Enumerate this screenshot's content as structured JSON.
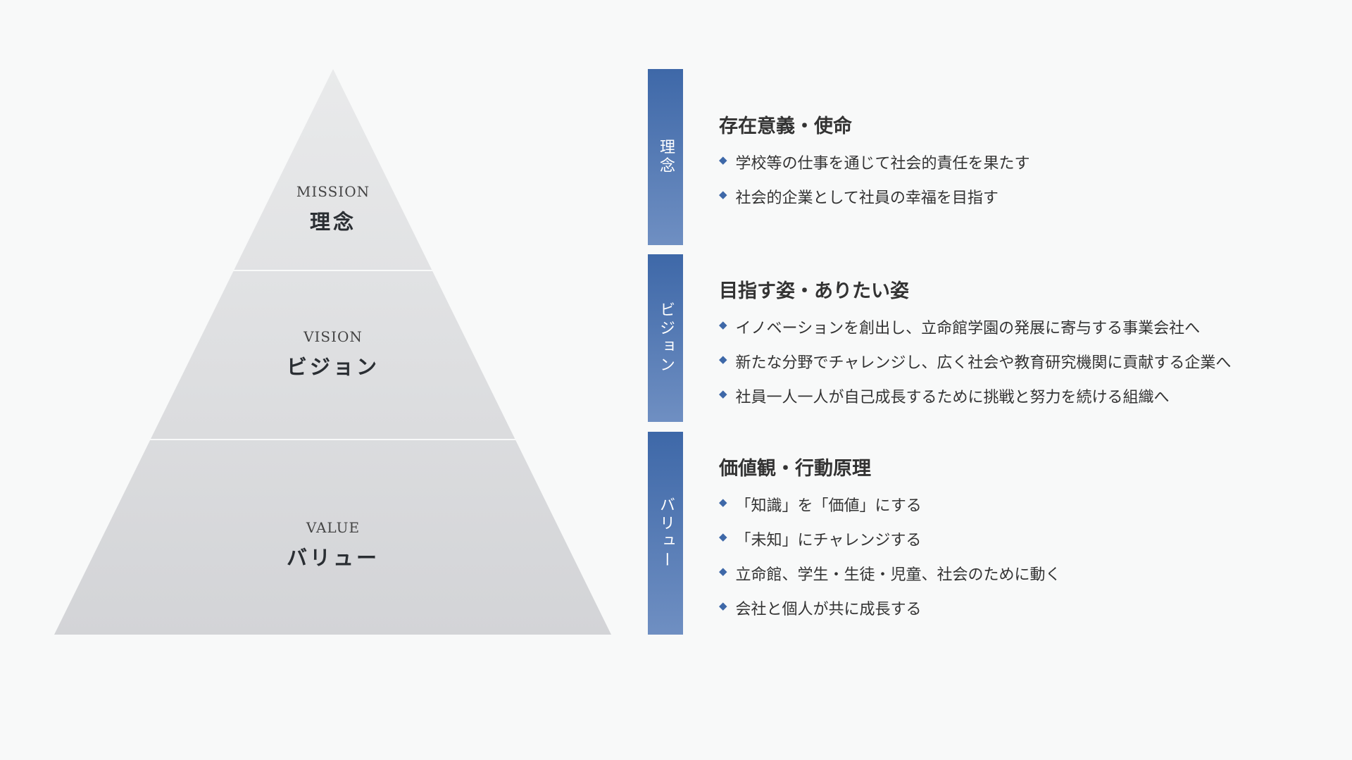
{
  "pyramid": [
    {
      "en": "MISSION",
      "jp": "理念"
    },
    {
      "en": "VISION",
      "jp": "ビジョン"
    },
    {
      "en": "VALUE",
      "jp": "バリュー"
    }
  ],
  "sections": [
    {
      "tab": "理念",
      "title": "存在意義・使命",
      "items": [
        "学校等の仕事を通じて社会的責任を果たす",
        "社会的企業として社員の幸福を目指す"
      ]
    },
    {
      "tab": "ビジョン",
      "title": "目指す姿・ありたい姿",
      "items": [
        "イノベーションを創出し、立命館学園の発展に寄与する事業会社へ",
        "新たな分野でチャレンジし、広く社会や教育研究機関に貢献する企業へ",
        "社員一人一人が自己成長するために挑戦と努力を続ける組織へ"
      ]
    },
    {
      "tab": "バリュー",
      "title": "価値観・行動原理",
      "items": [
        "「知識」を「価値」にする",
        "「未知」にチャレンジする",
        "立命館、学生・生徒・児童、社会のために動く",
        "会社と個人が共に成長する"
      ]
    }
  ],
  "colors": {
    "accent": "#3e68a8",
    "pyramid": "#dcdde0"
  }
}
